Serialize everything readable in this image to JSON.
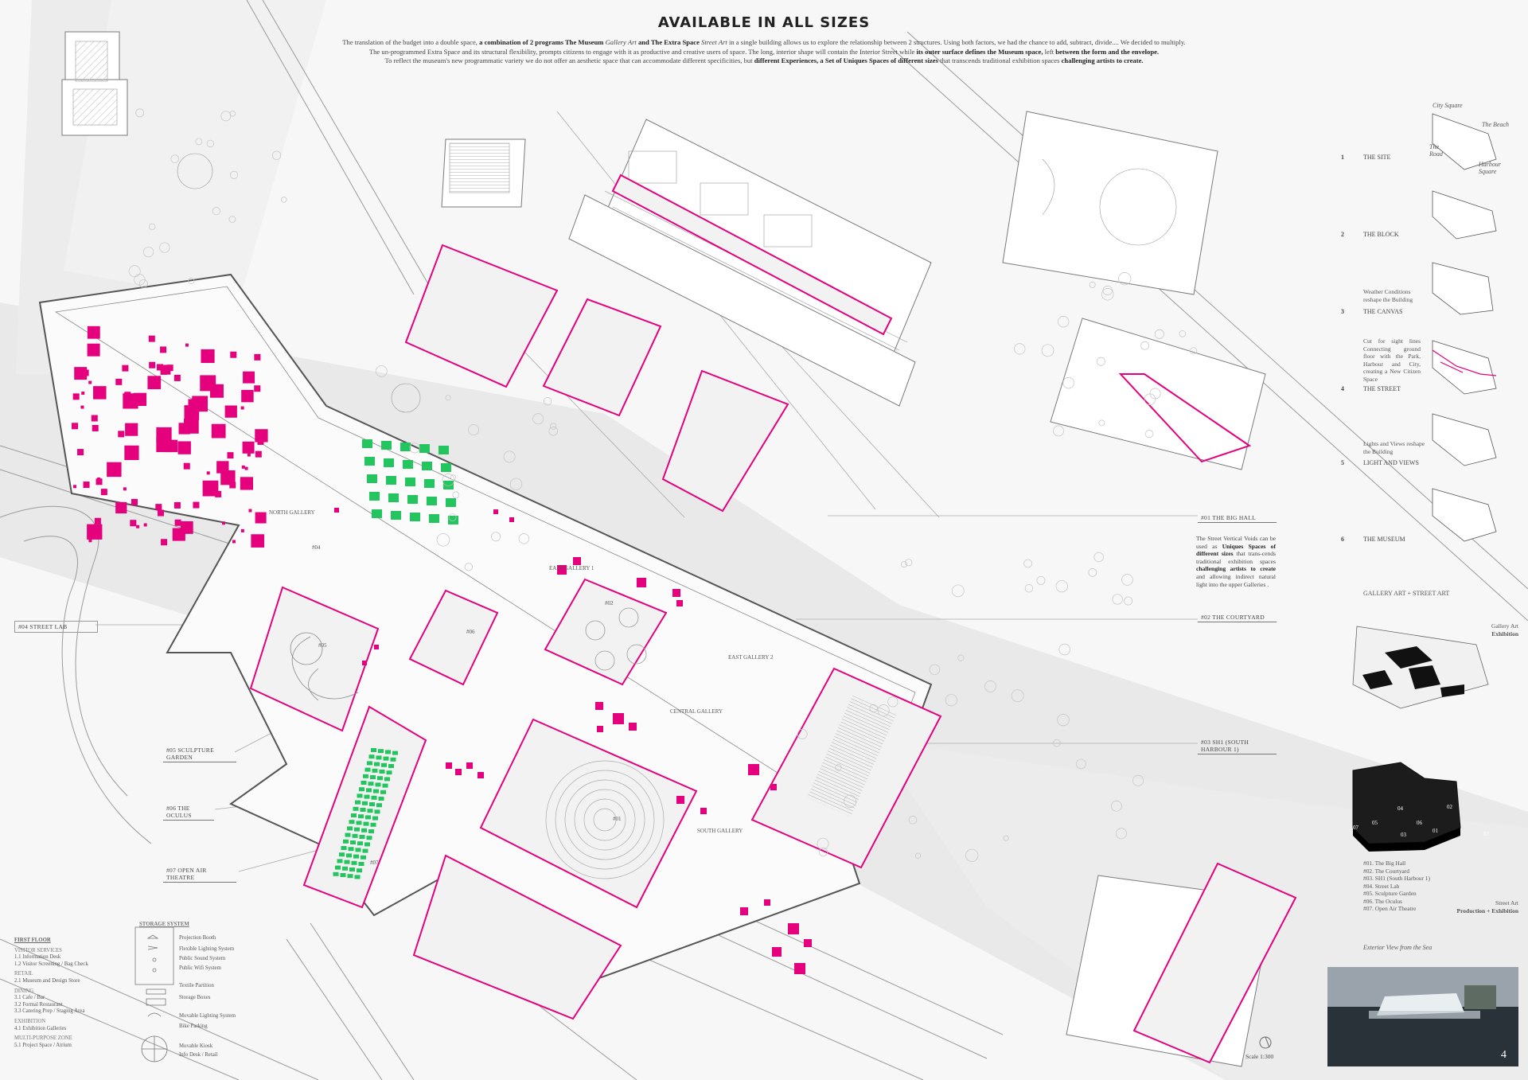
{
  "title": "AVAILABLE IN ALL SIZES",
  "intro": {
    "line1_a": "The translation of the budget into a double space,",
    "line1_b": "a combination of 2 programs The Museum",
    "line1_c": "Gallery Art",
    "line1_d": "and The Extra Space",
    "line1_e": "Street Art",
    "line1_f": "in a single building allows us to explore the relationship between 2 structures. Using both factors, we had the chance to add, subtract, divide.... We decided to multiply.",
    "line2_a": "The un-programmed Extra Space and its structural flexibility, prompts citizens to engage with it as productive and creative users of space.  The long, interior shape will contain the Interior Street while",
    "line2_b": "its outer surface defines the Museum space,",
    "line2_c": "left",
    "line2_d": "between the form and the envelope.",
    "line3_a": "To reflect the museum's new programmatic variety we do not offer an aesthetic space that can accommodate different specificities, but",
    "line3_b": "different Experiences, a Set of Uniques Spaces of different sizes",
    "line3_c": "that transcends traditional exhibition spaces",
    "line3_d": "challenging artists to create."
  },
  "callouts": {
    "big_hall": "#01  THE BIG HALL",
    "courtyard": "#02  THE COURTYARD",
    "sh1": "#03  SH1 (South Harbour 1)",
    "street_lab": "#04 STREET LAB",
    "sculpture_garden": "#05  SCULPTURE GARDEN",
    "oculus": "#06  THE OCULUS",
    "open_air_theatre": "#07  OPEN AIR THEATRE"
  },
  "description": {
    "a": "The Street Vertical Voids can be used as",
    "b": "Uniques Spaces of different sizes",
    "c": "that trans-cends traditional exhibition spaces",
    "d": "challenging artists to create",
    "e": "and allowing indirect natural light into the upper Galleries ."
  },
  "plan_labels": {
    "north_gallery": "NORTH GALLERY",
    "east_gallery_1": "EAST GALLERY 1",
    "east_gallery_2": "EAST GALLERY 2",
    "central_gallery": "CENTRAL GALLERY",
    "south_gallery": "SOUTH GALLERY",
    "r01": "#01",
    "r02": "#02",
    "r04": "#04",
    "r05": "#05",
    "r06": "#06",
    "r07": "#07"
  },
  "process": {
    "steps": [
      {
        "num": "1",
        "label": "THE SITE"
      },
      {
        "num": "2",
        "label": "THE BLOCK"
      },
      {
        "num": "3",
        "label": "THE CANVAS"
      },
      {
        "num": "4",
        "label": "THE STREET"
      },
      {
        "num": "5",
        "label": "LIGHT AND VIEWS"
      },
      {
        "num": "6",
        "label": "THE MUSEUM"
      }
    ],
    "site_city_square": "City Square",
    "site_beach": "The Beach",
    "site_road": "The Road",
    "site_harbour": "Harbour Square",
    "weather_note": "Weather Conditions reshape the Building",
    "cut_note": "Cut for sight lines Connecting ground floor with the Park, Harbour and City, creating a New Citizen Space",
    "lights_note": "Lights and Views reshape the Building",
    "section_title": "GALLERY ART + STREET ART",
    "gallery_art": "Gallery Art",
    "exhibition": "Exhibition",
    "street_art": "Street Art",
    "production": "Production + Exhibition",
    "exterior_view": "Exterior View from the Sea",
    "page": "4"
  },
  "axo_labels": [
    "04",
    "05",
    "06",
    "02",
    "07",
    "03",
    "01",
    "03"
  ],
  "space_list": [
    "#01. The Big Hall",
    "#02. The Courtyard",
    "#03. SH1 (South Harbour 1)",
    "#04. Street Lab",
    "#05. Sculpture Garden",
    "#06. The Oculus",
    "#07. Open Air Theatre"
  ],
  "legend": {
    "floor": "FIRST FLOOR",
    "groups": [
      {
        "head": "VISITOR SERVICES",
        "items": [
          "1.1 Information Desk",
          "1.2 Visitor Screening / Bag Check"
        ]
      },
      {
        "head": "RETAIL",
        "items": [
          "2.1 Museum and Design Store"
        ]
      },
      {
        "head": "DINING",
        "items": [
          "3.1 Cafe / Bar",
          "3.2 Formal Restaurant",
          "3.3 Catering Prep / Staging Area"
        ]
      },
      {
        "head": "EXHIBITION",
        "items": [
          "4.1 Exhibition Galleries"
        ]
      },
      {
        "head": "MULTI-PURPOSE ZONE",
        "items": [
          "5.1 Project Space / Atrium"
        ]
      }
    ]
  },
  "storage": {
    "head": "STORAGE SYSTEM",
    "items": [
      "Projection Booth",
      "Flexible Lighting System",
      "Public Sound System",
      "Public Wifi System",
      "Textile Partition",
      "Storage Boxes",
      "Movable Lighting System",
      "Bike Parking",
      "Movable Kiosk",
      "Info Desk / Retail"
    ]
  },
  "scale": "Scale 1:300",
  "colors": {
    "accent_magenta": "#e5007e",
    "accent_green": "#22c55e",
    "linework": "#7a7a7a",
    "shadow_band": "#e6e6e6",
    "background": "#f7f7f7"
  }
}
